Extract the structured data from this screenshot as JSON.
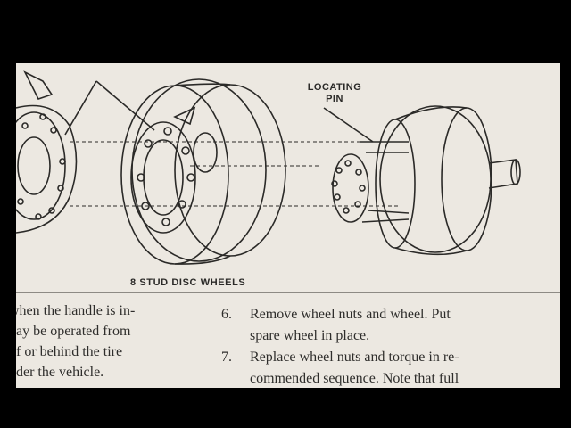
{
  "figure": {
    "callout_line1": "LOCATING",
    "callout_line2": "PIN",
    "caption": "8 STUD DISC WHEELS"
  },
  "left_column": {
    "lines": [
      "when the handle is in-",
      "nay be operated from",
      "of or behind the tire",
      "nder the vehicle."
    ]
  },
  "steps": [
    {
      "number": "6.",
      "lines": [
        "Remove wheel nuts and wheel.  Put",
        "spare wheel in place."
      ]
    },
    {
      "number": "7.",
      "lines": [
        "Replace wheel nuts and torque in re-",
        "commended sequence.  Note that full"
      ]
    }
  ]
}
